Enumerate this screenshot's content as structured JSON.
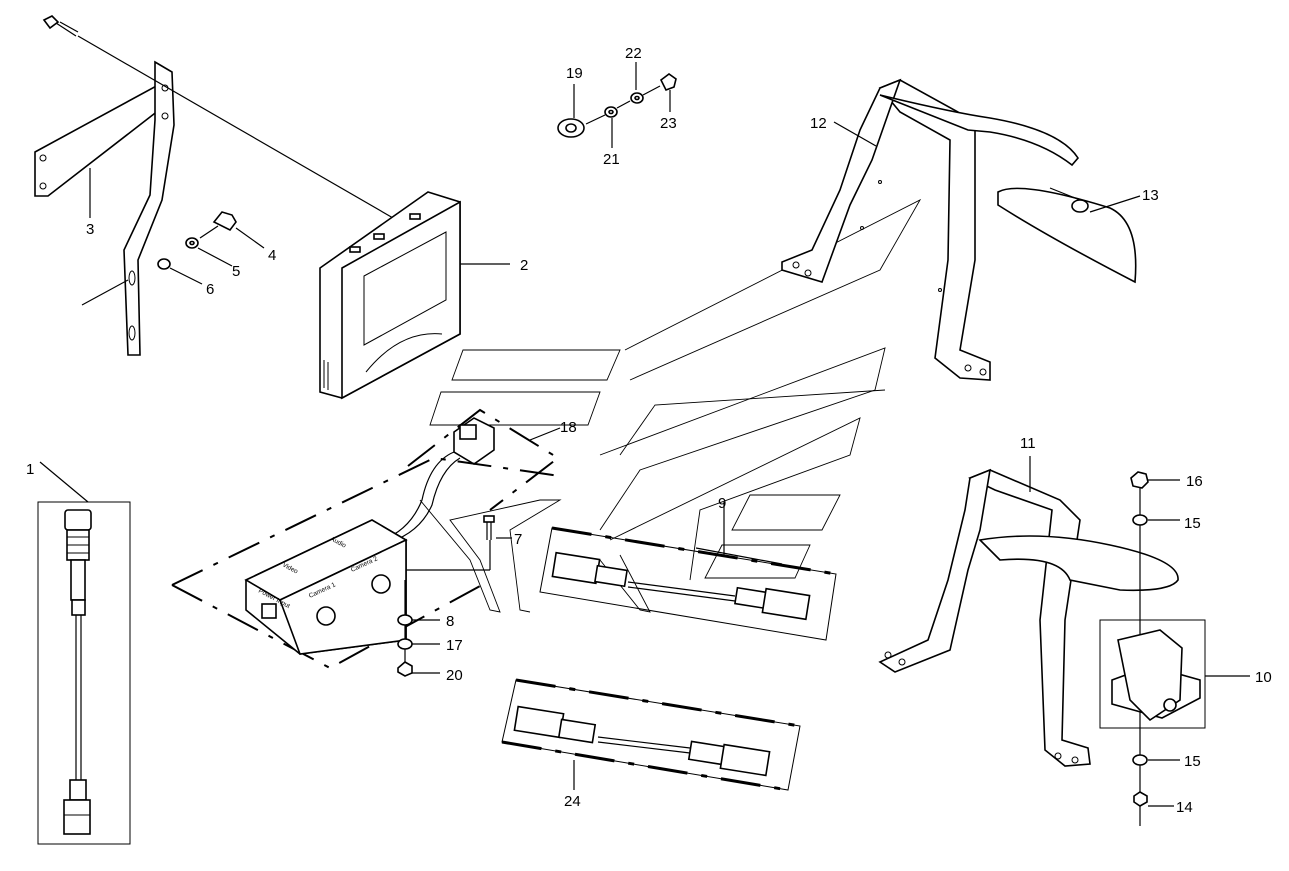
{
  "callouts": {
    "c1": "1",
    "c2": "2",
    "c3": "3",
    "c4": "4",
    "c5": "5",
    "c6": "6",
    "c7": "7",
    "c8": "8",
    "c9": "9",
    "c10": "10",
    "c11": "11",
    "c12": "12",
    "c13": "13",
    "c14": "14",
    "c15a": "15",
    "c15b": "15",
    "c16": "16",
    "c17": "17",
    "c18": "18",
    "c19": "19",
    "c20": "20",
    "c21": "21",
    "c22": "22",
    "c23": "23",
    "c24": "24"
  },
  "control_box": {
    "power_input": "Power Input",
    "camera_1": "Camera 1",
    "camera_2": "Camera 2",
    "video": "Video",
    "audio": "Audio"
  },
  "colors": {
    "line": "#000000",
    "background": "#ffffff"
  }
}
